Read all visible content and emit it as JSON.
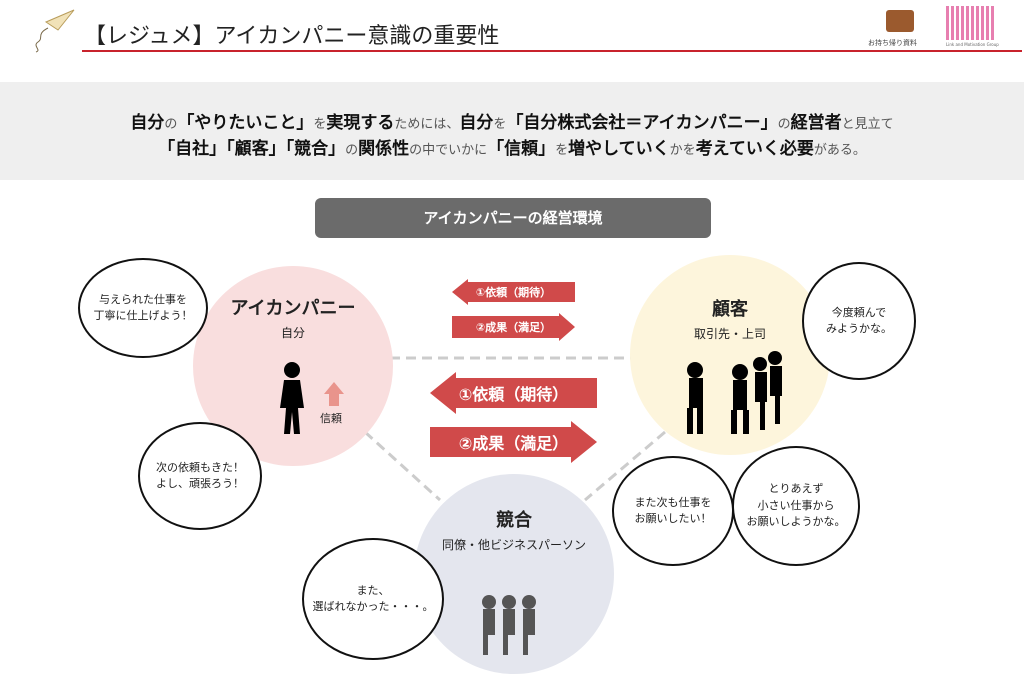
{
  "header": {
    "title": "【レジュメ】アイカンパニー意識の重要性",
    "badge_label": "お持ち帰り資料",
    "logo_text": "Link and Motivation Group"
  },
  "lead": {
    "line1": [
      {
        "t": "自分",
        "b": true
      },
      {
        "t": "の",
        "b": false
      },
      {
        "t": "「やりたいこと」",
        "b": true
      },
      {
        "t": "を",
        "b": false
      },
      {
        "t": "実現する",
        "b": true
      },
      {
        "t": "ためには、",
        "b": false
      },
      {
        "t": "自分",
        "b": true
      },
      {
        "t": "を",
        "b": false
      },
      {
        "t": "「自分株式会社＝アイカンパニー」",
        "b": true
      },
      {
        "t": "の",
        "b": false
      },
      {
        "t": "経営者",
        "b": true
      },
      {
        "t": "と見立て",
        "b": false
      }
    ],
    "line2": [
      {
        "t": "「自社」「顧客」「競合」",
        "b": true
      },
      {
        "t": "の",
        "b": false
      },
      {
        "t": "関係性",
        "b": true
      },
      {
        "t": "の中でいかに",
        "b": false
      },
      {
        "t": "「信頼」",
        "b": true
      },
      {
        "t": "を",
        "b": false
      },
      {
        "t": "増やしていく",
        "b": true
      },
      {
        "t": "かを",
        "b": false
      },
      {
        "t": "考えていく必要",
        "b": true
      },
      {
        "t": "がある。",
        "b": false
      }
    ]
  },
  "diagram": {
    "heading": "アイカンパニーの経営環境",
    "self": {
      "title": "アイカンパニー",
      "sub": "自分",
      "trust": "信頼"
    },
    "customer": {
      "title": "顧客",
      "sub": "取引先・上司"
    },
    "competitor": {
      "title": "競合",
      "sub": "同僚・他ビジネスパーソン"
    },
    "arrows": {
      "request": "①依頼（期待）",
      "result": "②成果（満足）"
    },
    "bubbles": {
      "self1": "与えられた仕事を\n丁寧に仕上げよう！",
      "self2": "次の依頼もきた！\nよし、頑張ろう！",
      "customer1": "今度頼んで\nみようかな。",
      "customer2": "また次も仕事を\nお願いしたい！",
      "customer3": "とりあえず\n小さい仕事から\nお願いしようかな。",
      "competitor1": "また、\n選ばれなかった・・・。"
    }
  },
  "colors": {
    "accent": "#c8232c",
    "arrow": "#d04a4a",
    "self": "#f9dede",
    "customer": "#fdf5dc",
    "competitor": "#e4e6ee"
  }
}
